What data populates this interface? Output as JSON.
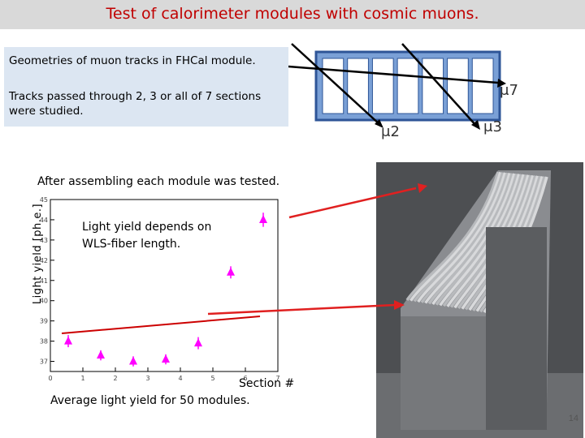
{
  "slide": {
    "title": "Test of calorimeter modules with cosmic muons.",
    "geometry_text": "Geometries of muon tracks in FHCal module.",
    "tracks_text_line1": "Tracks passed through 2, 3 or all of 7 sections",
    "tracks_text_line2": "were studied.",
    "assembled_text": "After assembling each module was tested.",
    "annotation_line1": "Light yield depends on",
    "annotation_line2": "WLS-fiber length.",
    "bottom_caption": "Average light yield for 50 modules.",
    "page_number": "14"
  },
  "diagram": {
    "labels": [
      "μ7",
      "μ2",
      "μ3"
    ],
    "section_count": 7,
    "colors": {
      "box_border": "#2e5597",
      "box_fill": "#7aa0d6",
      "section_fill": "#ffffff",
      "track": "#000000"
    }
  },
  "chart_data": {
    "type": "scatter",
    "title": "",
    "xlabel": "Section #",
    "ylabel": "Light yield [ph.e.]",
    "xlim": [
      0,
      7
    ],
    "ylim": [
      36.5,
      45
    ],
    "x_ticks": [
      "0",
      "1",
      "2",
      "3",
      "4",
      "5",
      "6",
      "7"
    ],
    "y_ticks": [
      "37",
      "38",
      "39",
      "40",
      "41",
      "42",
      "43",
      "44",
      "45"
    ],
    "series": [
      {
        "x": [
          0.55,
          1.55,
          2.55,
          3.55,
          4.55,
          5.55,
          6.55
        ],
        "y": [
          38.0,
          37.3,
          37.0,
          37.1,
          37.9,
          41.4,
          44.0
        ],
        "yerr": [
          0.3,
          0.25,
          0.25,
          0.25,
          0.3,
          0.3,
          0.35
        ]
      }
    ],
    "marker_color": "#ff00ff",
    "trend_line_color": "#cc0000"
  }
}
